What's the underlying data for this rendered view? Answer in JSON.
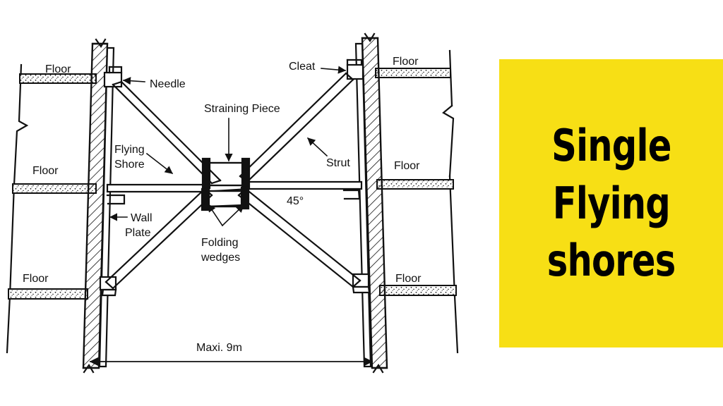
{
  "page": {
    "background_color": "#ffffff",
    "title_panel_color": "#F7DF15"
  },
  "caption": {
    "line1": "Single",
    "line2": "Flying",
    "line3": "shores"
  },
  "diagram": {
    "type": "engineering-section-drawing",
    "subject": "Single flying shore between two buildings",
    "line_color": "#111111",
    "labels": {
      "floor_top_left": "Floor",
      "floor_mid_left": "Floor",
      "floor_bottom_left": "Floor",
      "floor_top_right": "Floor",
      "floor_mid_right": "Floor",
      "floor_bottom_right": "Floor",
      "needle": "Needle",
      "cleat": "Cleat",
      "straining_piece": "Straining Piece",
      "strut": "Strut",
      "flying_shore_1": "Flying",
      "flying_shore_2": "Shore",
      "wall_plate_1": "Wall",
      "wall_plate_2": "Plate",
      "folding_wedges_1": "Folding",
      "folding_wedges_2": "wedges",
      "angle": "45°",
      "dimension": "Maxi. 9m"
    }
  }
}
